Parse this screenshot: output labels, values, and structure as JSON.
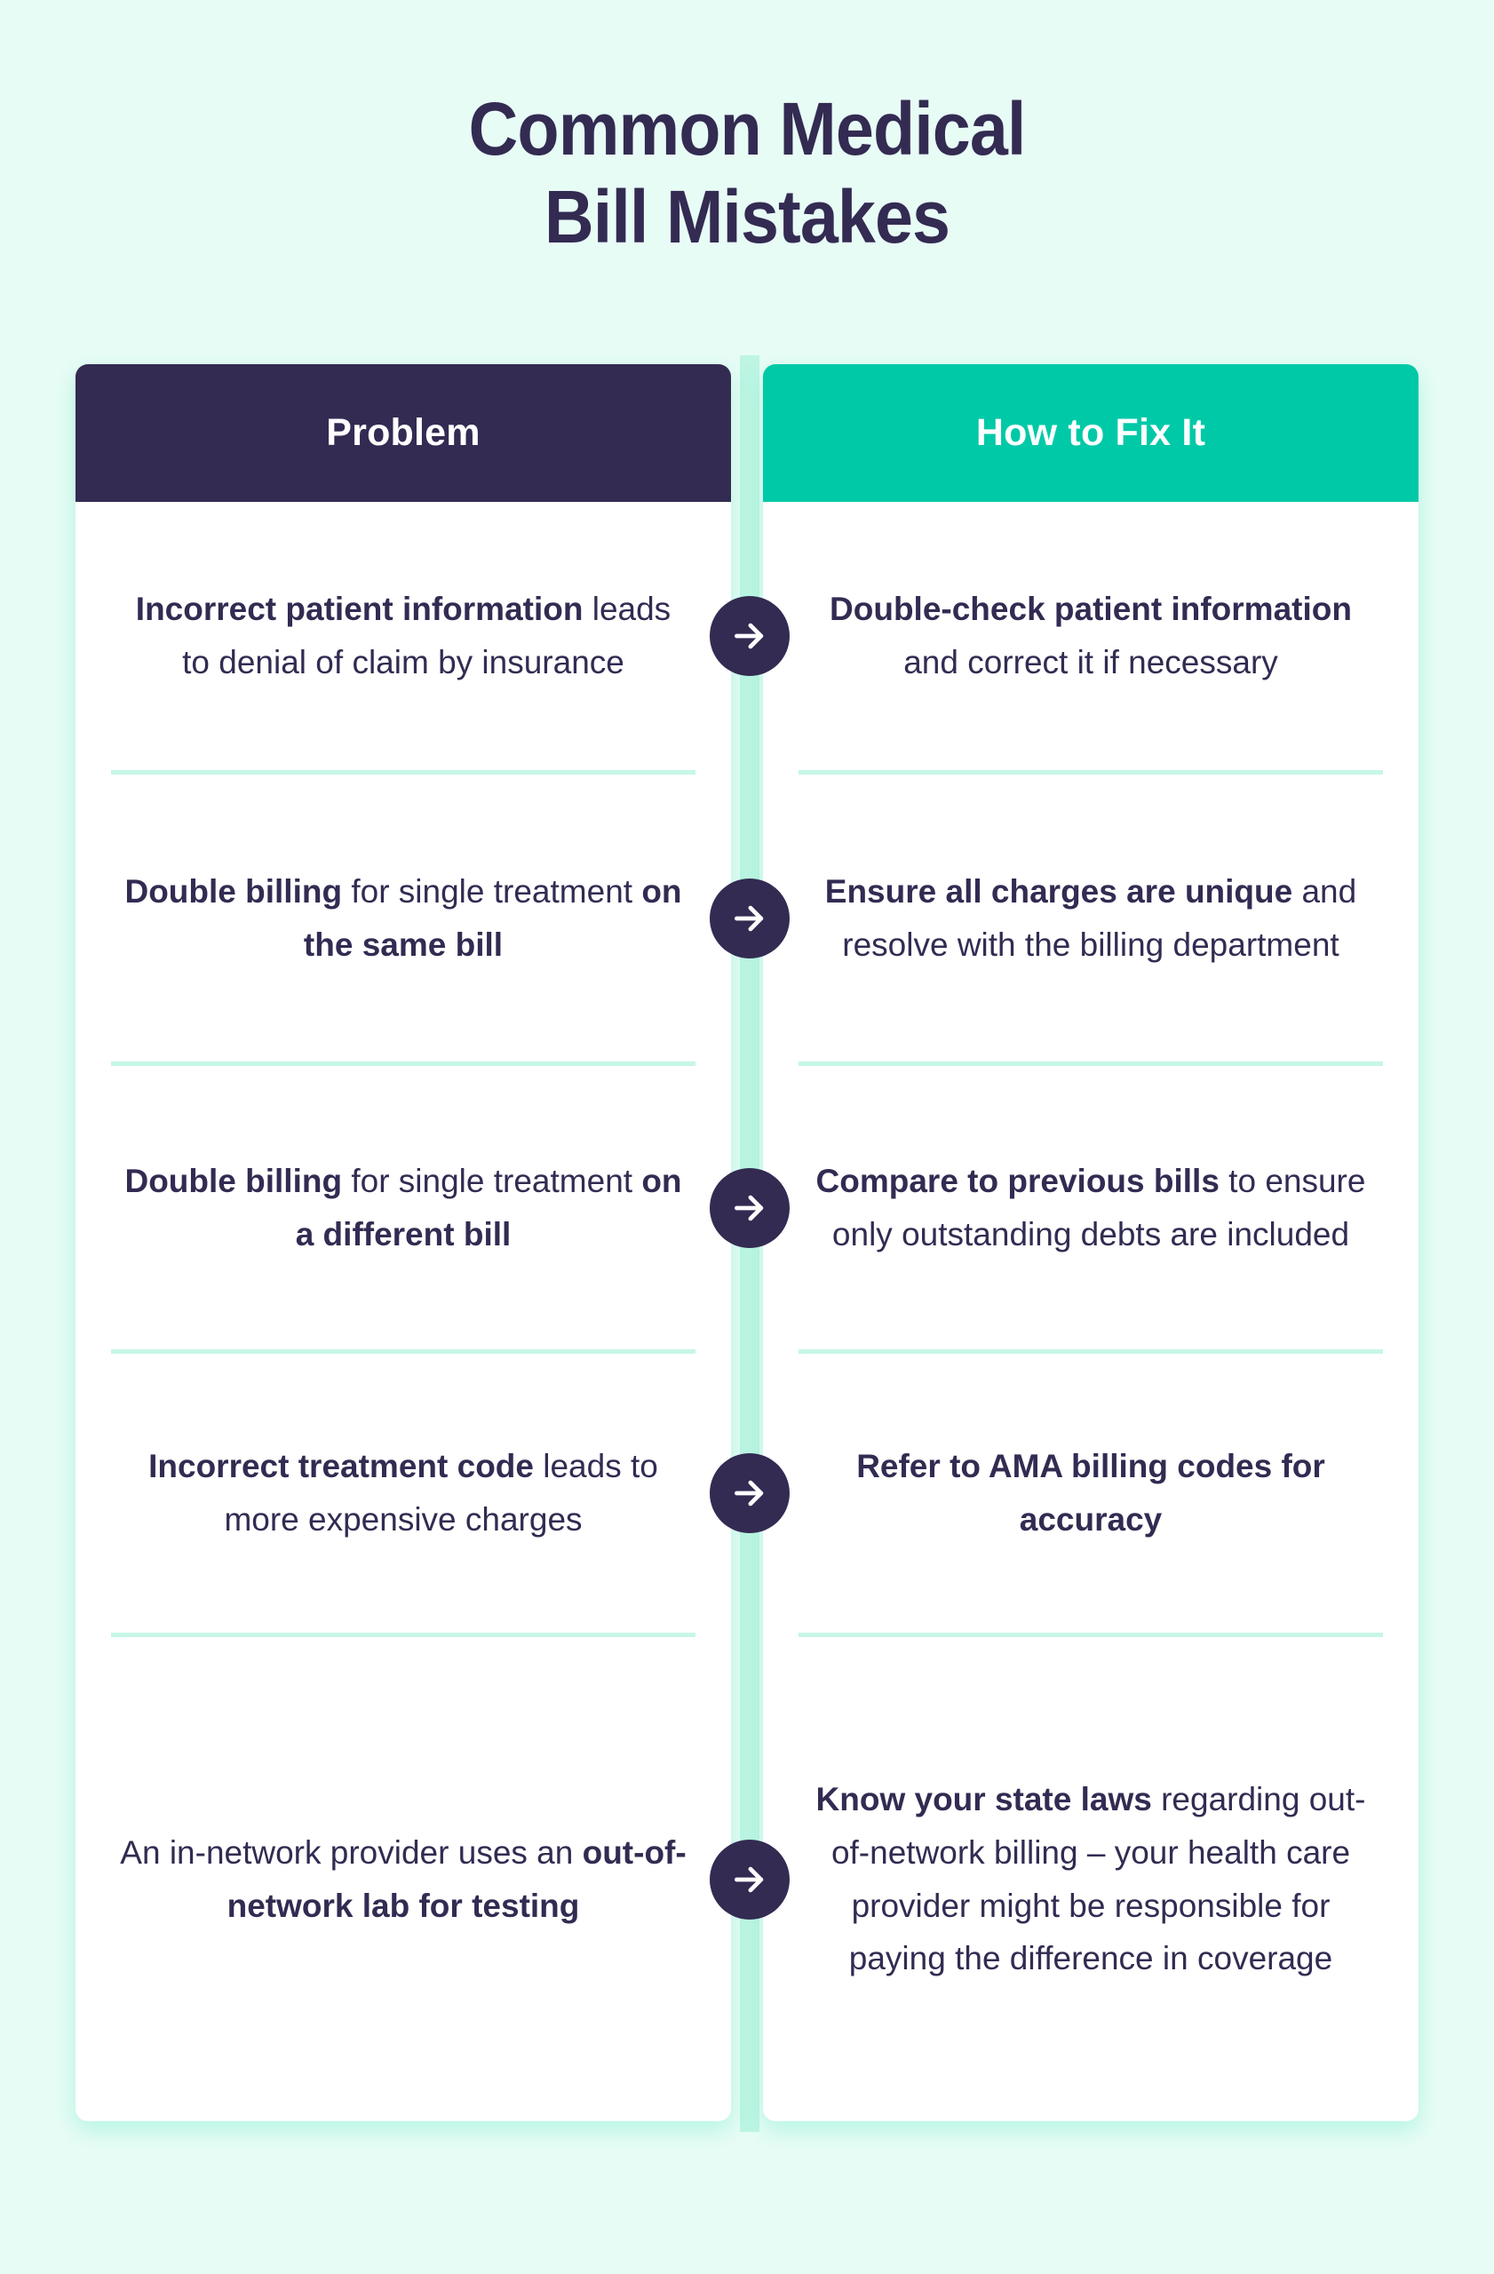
{
  "title": {
    "line1": "Common Medical",
    "line2": "Bill Mistakes"
  },
  "colors": {
    "background": "#e8fcf6",
    "navy": "#332b52",
    "teal": "#00c9a7",
    "mint_strip": "#bff5e4",
    "divider": "#c6f7e6",
    "card": "#ffffff"
  },
  "columns": {
    "problem_header": "Problem",
    "fix_header": "How to Fix It"
  },
  "arrow_icon": "arrow-right-icon",
  "rows": [
    {
      "problem_parts": [
        {
          "text": "Incorrect patient information",
          "bold": true
        },
        {
          "text": " leads to denial of claim by insurance",
          "bold": false
        }
      ],
      "fix_parts": [
        {
          "text": "Double-check patient information",
          "bold": true
        },
        {
          "text": " and correct it if necessary",
          "bold": false
        }
      ]
    },
    {
      "problem_parts": [
        {
          "text": "Double billing",
          "bold": true
        },
        {
          "text": " for single treatment ",
          "bold": false
        },
        {
          "text": "on the same bill",
          "bold": true
        }
      ],
      "fix_parts": [
        {
          "text": "Ensure all charges are unique",
          "bold": true
        },
        {
          "text": " and resolve with the billing department",
          "bold": false
        }
      ]
    },
    {
      "problem_parts": [
        {
          "text": "Double billing",
          "bold": true
        },
        {
          "text": " for single treatment ",
          "bold": false
        },
        {
          "text": "on a different bill",
          "bold": true
        }
      ],
      "fix_parts": [
        {
          "text": "Compare to previous bills",
          "bold": true
        },
        {
          "text": " to ensure only outstanding debts are included",
          "bold": false
        }
      ]
    },
    {
      "problem_parts": [
        {
          "text": "Incorrect treatment code",
          "bold": true
        },
        {
          "text": " leads to more expensive charges",
          "bold": false
        }
      ],
      "fix_parts": [
        {
          "text": "Refer to AMA billing codes for accuracy",
          "bold": true
        }
      ]
    },
    {
      "problem_parts": [
        {
          "text": "An in-network provider uses an ",
          "bold": false
        },
        {
          "text": "out-of-network lab for testing",
          "bold": true
        }
      ],
      "fix_parts": [
        {
          "text": "Know your state laws",
          "bold": true
        },
        {
          "text": " regarding out-of-network billing – your health care provider might be responsible for paying the difference in coverage",
          "bold": false
        }
      ]
    }
  ]
}
